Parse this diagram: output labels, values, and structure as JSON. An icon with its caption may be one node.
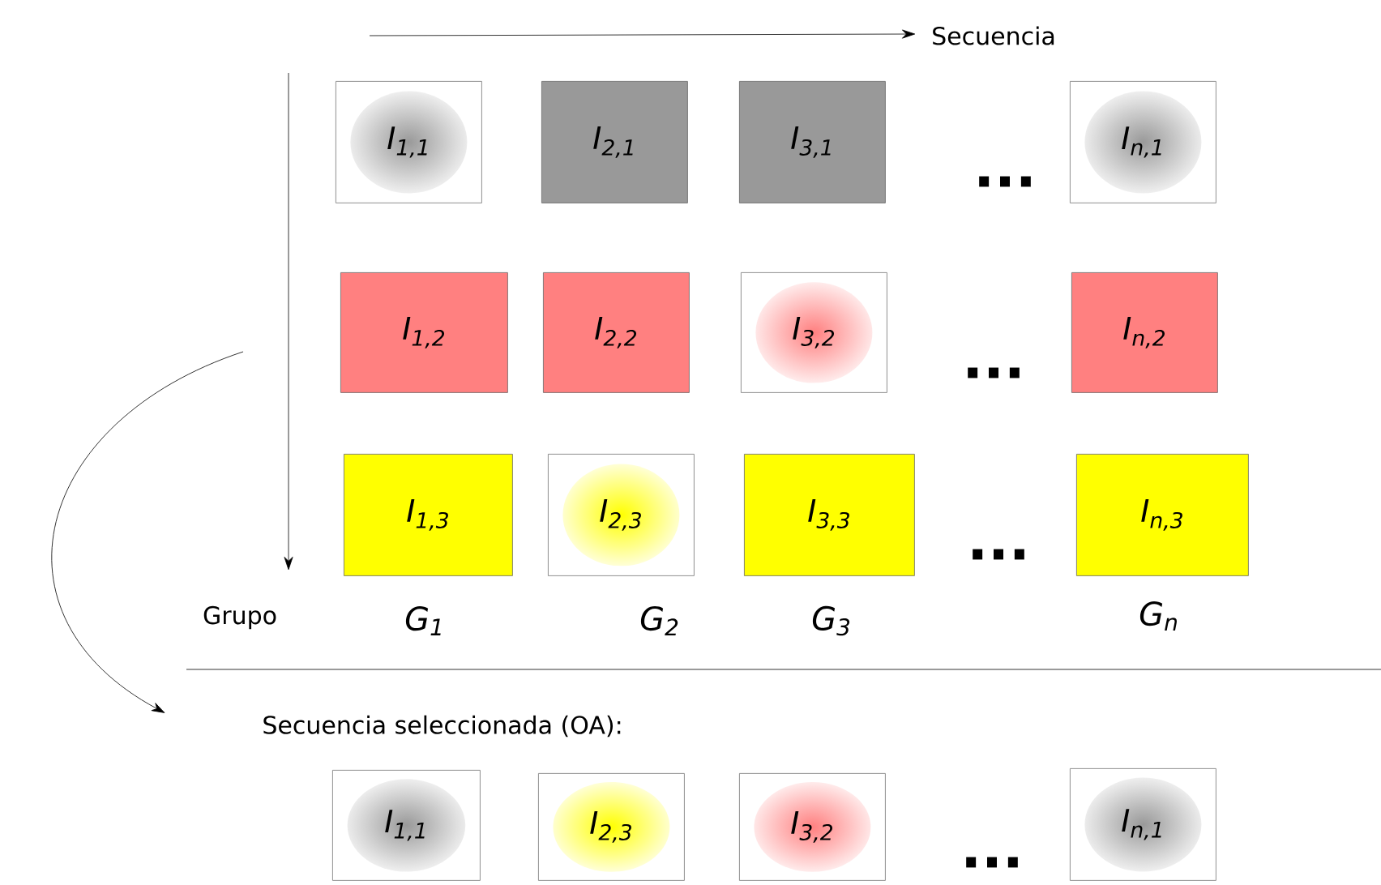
{
  "diagram": {
    "nodes": [
      {
        "text": [
          "I$_{1,1}$"
        ]
      },
      {
        "text": [
          "I$_{2,1}$"
        ]
      },
      {
        "text": [
          "I$_{3,1}$"
        ]
      },
      {
        "text": [
          "I$_{n,1}$"
        ]
      },
      {
        "text": [
          "I$_{1,2}$"
        ]
      },
      {
        "text": [
          "I$_{2,2}$"
        ]
      },
      {
        "text": [
          "I$_{3,2}$"
        ]
      },
      {
        "text": [
          "I$_{n,2}$"
        ]
      },
      {
        "text": [
          "I$_{1,3}$"
        ]
      },
      {
        "text": [
          "I$_{2,3}$"
        ]
      },
      {
        "text": [
          "I$_{3,3}$"
        ]
      },
      {
        "text": [
          "I$_{n,3}$"
        ]
      },
      {
        "text": [
          "I$_{1,1}$"
        ]
      },
      {
        "text": [
          "I$_{2,3}$"
        ]
      },
      {
        "text": [
          "I$_{3,2}$"
        ]
      },
      {
        "text": [
          "I$_{n,1}$"
        ]
      }
    ],
    "labels": [
      "Secuencia",
      "...",
      "...",
      "...",
      "Grupo",
      "G$_{1}$",
      "G$_{2}$",
      "G$_{3}$",
      "G$_{n}$",
      "Secuencia seleccionada (OA):",
      "..."
    ]
  }
}
